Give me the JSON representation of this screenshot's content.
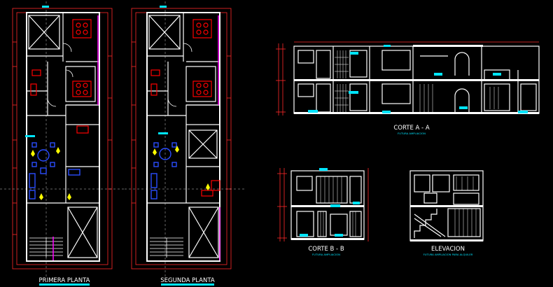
{
  "labels": {
    "plan1": "PRIMERA PLANTA",
    "plan2": "SEGUNDA PLANTA",
    "sectionA": "CORTE A - A",
    "sectionA_note": "FUTURA AMPLIACION",
    "sectionB": "CORTE B - B",
    "sectionB_note": "FUTURA AMPLIACION",
    "elevation": "ELEVACION",
    "elevation_note": "FUTURA AMPLIACION PARA ALQUILER"
  },
  "colors": {
    "background": "#000000",
    "wall": "#ffffff",
    "dimension": "#ff2a2a",
    "dimension_text": "#ffff00",
    "accent": "#00e5ff",
    "furniture": "#0000ff",
    "stove": "#ff0000",
    "magenta": "#ff00ff",
    "fixture": "#ffff00"
  }
}
